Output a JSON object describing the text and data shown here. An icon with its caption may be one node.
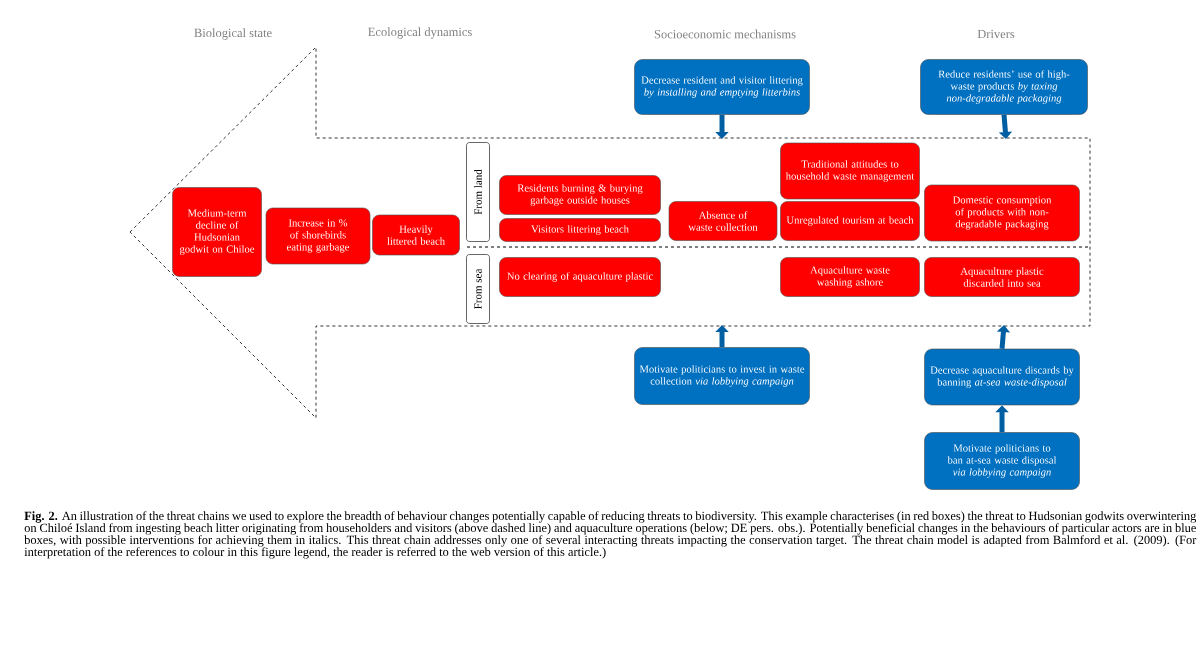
{
  "diagram": {
    "caption": "**Fig. 2.** An illustration of the threat chains we used to explore the breadth of behaviour changes potentially capable of reducing threats to biodiversity. This example characterises (in red boxes) the threat to Hudsonian godwits overwintering on Chiloé Island from ingesting beach litter originating from householders and visitors (above dashed line) and aquaculture operations (below; DE pers. obs.). Potentially beneficial changes in the behaviours of particular actors are in blue boxes, with possible interventions for achieving them in italics. This threat chain addresses only one of several interacting threats impacting the conservation target. The threat chain model is adapted from Balmford et al. (2009). (For interpretation of the references to colour in this figure legend, the reader is referred to the web version of this article.)",
    "nodes": [
      {
        "text": [],
        "shape": "arrow"
      },
      {
        "text": [
          "Medium-term decline of Hudsonian godwit on Chiloe"
        ],
        "in": 0
      },
      {
        "text": [
          "Increase in % of shorebirds eating garbage"
        ],
        "in": 0
      },
      {
        "text": [
          "Heavily littered beach"
        ],
        "in": 0
      },
      {
        "text": [
          "From land"
        ],
        "in": 0
      },
      {
        "text": [
          "From sea"
        ],
        "in": 0
      },
      {
        "text": [
          "Residents burning & burying garbage outside houses"
        ],
        "in": 0
      },
      {
        "text": [
          "Visitors littering beach"
        ],
        "in": 0
      },
      {
        "text": [
          "No clearing of aquaculture plastic"
        ],
        "in": 0
      },
      {
        "text": [
          "Absence of waste collection"
        ],
        "in": 0
      },
      {
        "text": [
          "Traditional attitudes to household waste management"
        ],
        "in": 0
      },
      {
        "text": [
          "Unregulated tourism at beach"
        ],
        "in": 0
      },
      {
        "text": [
          "Aquaculture waste washing ashore"
        ],
        "in": 0
      },
      {
        "text": [
          "Domestic consumption of products with non-degradable packaging"
        ],
        "in": 0
      },
      {
        "text": [
          "Aquaculture plastic discarded into sea"
        ],
        "in": 0
      },
      {
        "text": [
          "Decrease resident and visitor littering *by installing and emptying litterbins*"
        ]
      },
      {
        "text": [
          "Reduce residents’ use of high-waste products *by taxing non-degradable packaging*"
        ]
      },
      {
        "text": [
          "Motivate politicians to invest in waste collection *via lobbying campaign*"
        ]
      },
      {
        "text": [
          "Decrease aquaculture discards by banning *at-sea waste-disposal*"
        ]
      },
      {
        "text": [
          "Motivate politicians to ban at-sea waste disposal *via lobbying campaign*"
        ]
      }
    ],
    "edges": [
      {
        "from": 15,
        "to": 0,
        "arrow": "to"
      },
      {
        "from": 16,
        "to": 0,
        "arrow": "to"
      },
      {
        "from": 17,
        "to": 0,
        "arrow": "to"
      },
      {
        "from": 18,
        "to": 0,
        "arrow": "to"
      },
      {
        "from": 19,
        "to": 18,
        "arrow": "to"
      }
    ],
    "labels": [
      "Biological state",
      "Ecological dynamics",
      "Socioeconomic mechanisms",
      "Drivers"
    ]
  }
}
